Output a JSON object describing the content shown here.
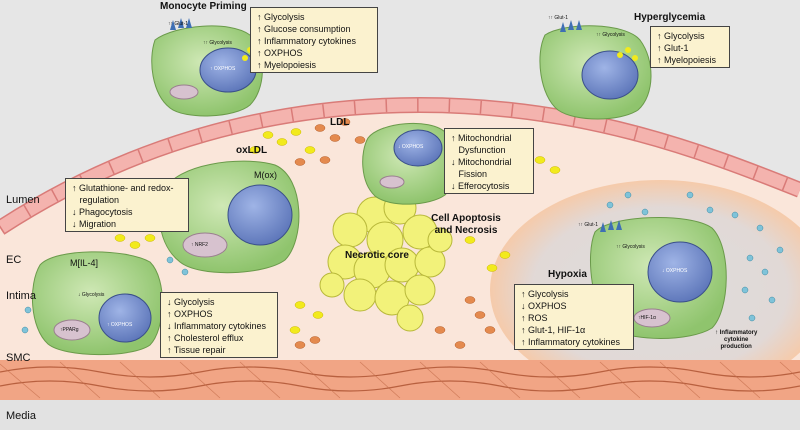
{
  "titles": {
    "monocyte_priming": "Monocyte Priming",
    "hyperglycemia": "Hyperglycemia",
    "ldl": "LDL",
    "oxldl": "oxLDL",
    "apoptosis": "Cell Apoptosis and Necrosis",
    "necrotic_core": "Necrotic core",
    "hypoxia": "Hypoxia"
  },
  "regions": {
    "lumen": "Lumen",
    "ec": "EC",
    "intima": "Intima",
    "smc": "SMC",
    "media": "Media"
  },
  "cells": {
    "mono_glut": "↑↑ Glut-1",
    "mono_glyco": "↑↑ Glycolysis",
    "mono_oxphos": "↑ OXPHOS",
    "hyper_glut": "↑↑ Glut-1",
    "hyper_glyco": "↑↑ Glycolysis",
    "mox": "M(ox)",
    "nrf2": "↑ NRF2",
    "mil4": "M[IL-4]",
    "mil4_glyco": "↓ Glycolysis",
    "pparg": "↑PPARg",
    "mil4_oxphos": "↑ OXPHOS",
    "ldl_oxphos": "↓ OXPHOS",
    "hyp_glut": "↑↑ Glut-1",
    "hyp_glyco": "↑↑ Glycolysis",
    "hyp_oxphos": "↓ OXPHOS",
    "hif": "↑HIF-1α",
    "inflam_prod": [
      "↑ Inflammatory",
      "cytokine",
      "production"
    ]
  },
  "boxes": {
    "monocyte": [
      "↑ Glycolysis",
      "↑ Glucose consumption",
      "↑ Inflammatory cytokines",
      "↑ OXPHOS",
      "↑ Myelopoiesis"
    ],
    "hyperglycemia": [
      "↑ Glycolysis",
      "↑ Glut-1",
      "↑ Myelopoiesis"
    ],
    "mitochondrial": [
      "↑ Mitochondrial",
      "   Dysfunction",
      "↓ Mitochondrial",
      "   Fission",
      "↓ Efferocytosis"
    ],
    "mox": [
      "↑ Glutathione- and redox-",
      "   regulation",
      "↓ Phagocytosis",
      "↓ Migration"
    ],
    "mil4": [
      "↓ Glycolysis",
      "↑ OXPHOS",
      "↓ Inflammatory cytokines",
      "↑ Cholesterol efflux",
      "↑ Tissue repair"
    ],
    "hypoxia": [
      "↑ Glycolysis",
      "↓ OXPHOS",
      "↑ ROS",
      "↑ Glut-1, HIF-1α",
      "↑ Inflammatory cytokines"
    ]
  }
}
